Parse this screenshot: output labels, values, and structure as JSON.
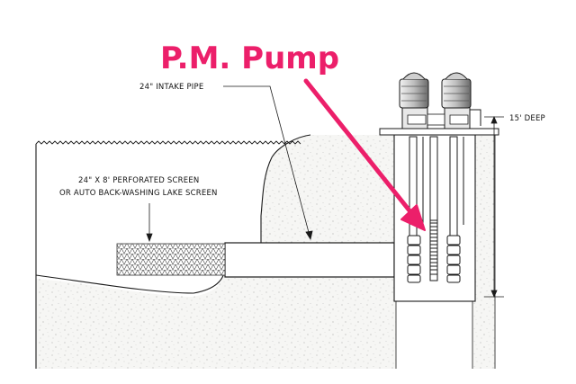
{
  "diagram": {
    "title": "P.M. Pump",
    "labels": {
      "intake_pipe": "24\" INTAKE PIPE",
      "screen_line1": "24\" X 8' PERFORATED SCREEN",
      "screen_line2": "OR AUTO BACK-WASHING LAKE SCREEN",
      "depth": "15' DEEP"
    },
    "colors": {
      "accent": "#ec1f6a",
      "line": "#1a1a1a",
      "soil": "#f4f4f2"
    }
  }
}
